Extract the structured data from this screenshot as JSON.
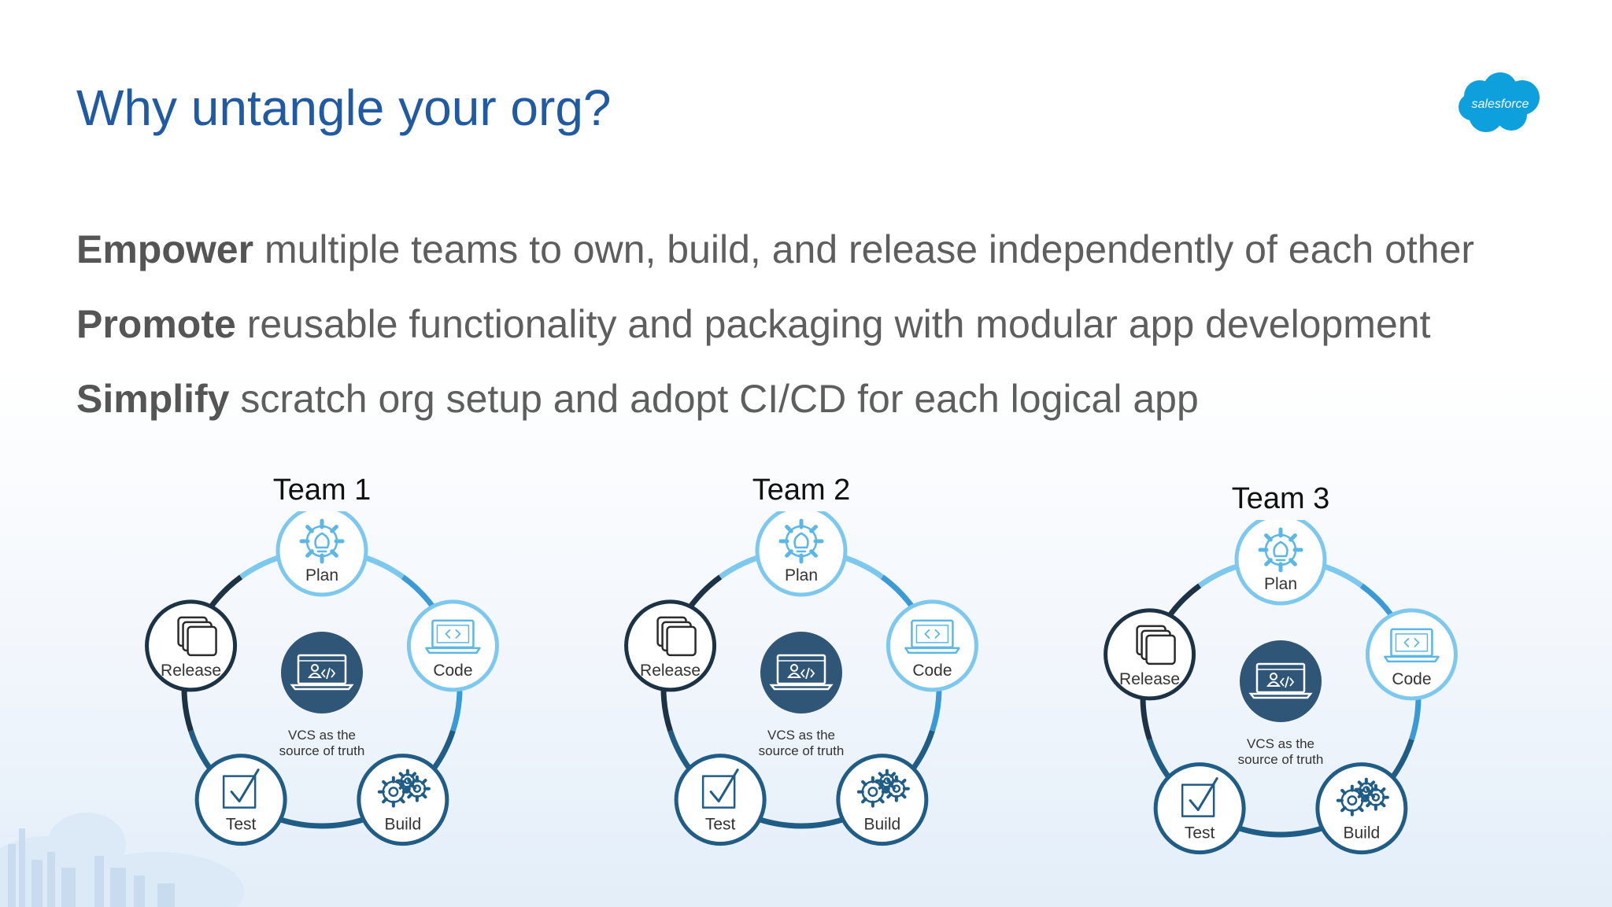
{
  "slide": {
    "title": "Why untangle your org?",
    "logo_text": "salesforce"
  },
  "bullets": [
    {
      "keyword": "Empower",
      "text": "multiple teams to own, build, and release independently of each other"
    },
    {
      "keyword": "Promote",
      "text": "reusable functionality and packaging with modular app development"
    },
    {
      "keyword": "Simplify",
      "text": "scratch org setup and adopt CI/CD for each logical app"
    }
  ],
  "teams": [
    {
      "name": "Team 1"
    },
    {
      "name": "Team 2"
    },
    {
      "name": "Team 3"
    }
  ],
  "cycle": {
    "stages": [
      "Plan",
      "Code",
      "Build",
      "Test",
      "Release"
    ],
    "center_line1": "VCS as the",
    "center_line2": "source of truth"
  },
  "colors": {
    "title": "#1f5aa3",
    "light_blue": "#7cc8ee",
    "mid_blue": "#3a9ad6",
    "dark_blue": "#1f5c86",
    "navy": "#1c3346",
    "center": "#2f5577",
    "logo": "#0ea0dc"
  }
}
